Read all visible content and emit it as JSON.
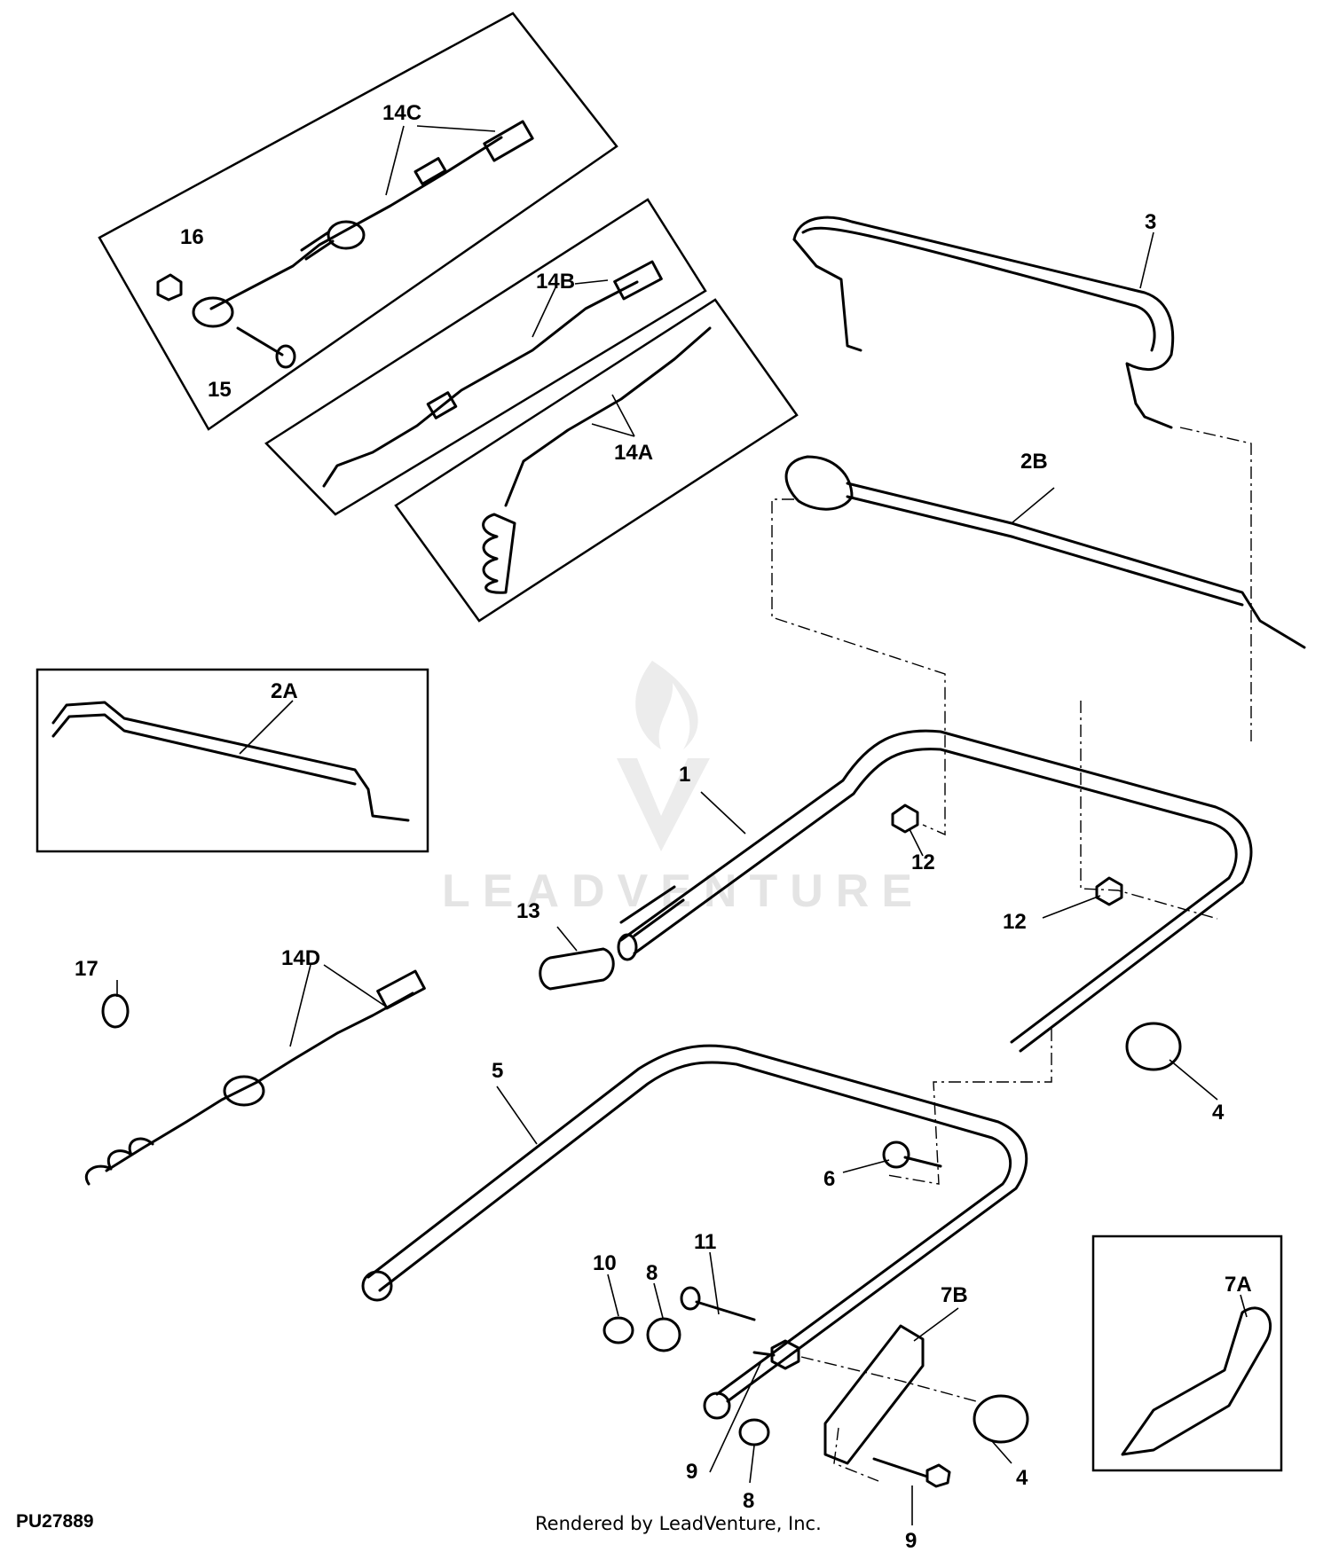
{
  "labels": {
    "p14C": "14C",
    "p16": "16",
    "p15": "15",
    "p14B": "14B",
    "p14A": "14A",
    "p3": "3",
    "p2B": "2B",
    "p2A": "2A",
    "p1": "1",
    "p12a": "12",
    "p12b": "12",
    "p13": "13",
    "p17": "17",
    "p14D": "14D",
    "p5": "5",
    "p4a": "4",
    "p6": "6",
    "p11": "11",
    "p10": "10",
    "p8a": "8",
    "p7B": "7B",
    "p7A": "7A",
    "p9a": "9",
    "p8b": "8",
    "p4b": "4",
    "p9b": "9"
  },
  "watermark": "LEADVENTURE",
  "footer": {
    "code": "PU27889",
    "credit": "Rendered by LeadVenture, Inc."
  }
}
